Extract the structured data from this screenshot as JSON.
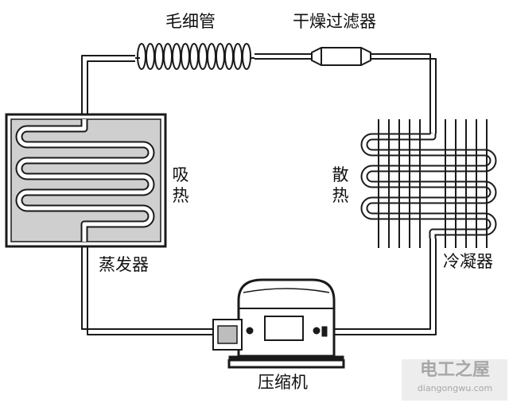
{
  "labels": {
    "capillary": "毛细管",
    "drier_filter": "干燥过滤器",
    "evaporator": "蒸发器",
    "absorb_heat": [
      "吸",
      "热"
    ],
    "dissipate_heat": [
      "散",
      "热"
    ],
    "condenser": "冷凝器",
    "compressor": "压缩机"
  },
  "watermark": {
    "title": "电工之屋",
    "url": "diangongwu.com"
  },
  "colors": {
    "line": "#1a1a1a",
    "background": "#ffffff",
    "watermark_text": "#a7a7a7",
    "evaporator_tube": "#ffffff"
  },
  "icons": {
    "capillary": "coil-icon",
    "drier_filter": "filter-capsule-icon",
    "evaporator": "serpentine-panel-icon",
    "condenser": "finned-grid-icon",
    "compressor": "compressor-icon"
  }
}
